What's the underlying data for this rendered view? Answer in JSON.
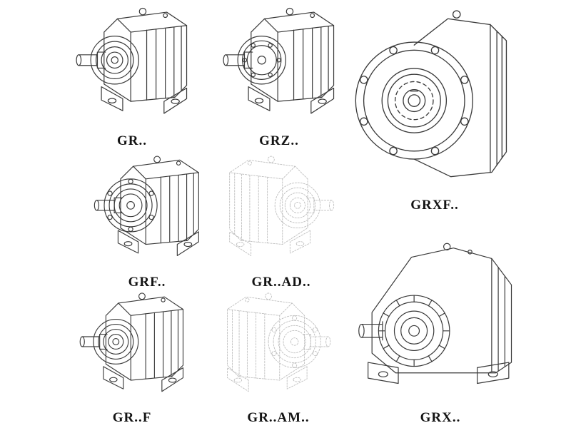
{
  "page": {
    "background": "#ffffff",
    "line_color": "#3a3a3a",
    "ghost_line_color": "#bdbdbd",
    "label_color": "#141414"
  },
  "models": [
    {
      "id": "gr",
      "label": "GR.."
    },
    {
      "id": "grz",
      "label": "GRZ.."
    },
    {
      "id": "grxf",
      "label": "GRXF.."
    },
    {
      "id": "grf",
      "label": "GRF.."
    },
    {
      "id": "gr-ad",
      "label": "GR..AD.."
    },
    {
      "id": "gr-f",
      "label": "GR..F"
    },
    {
      "id": "gr-am",
      "label": "GR..AM.."
    },
    {
      "id": "grx",
      "label": "GRX.."
    }
  ]
}
